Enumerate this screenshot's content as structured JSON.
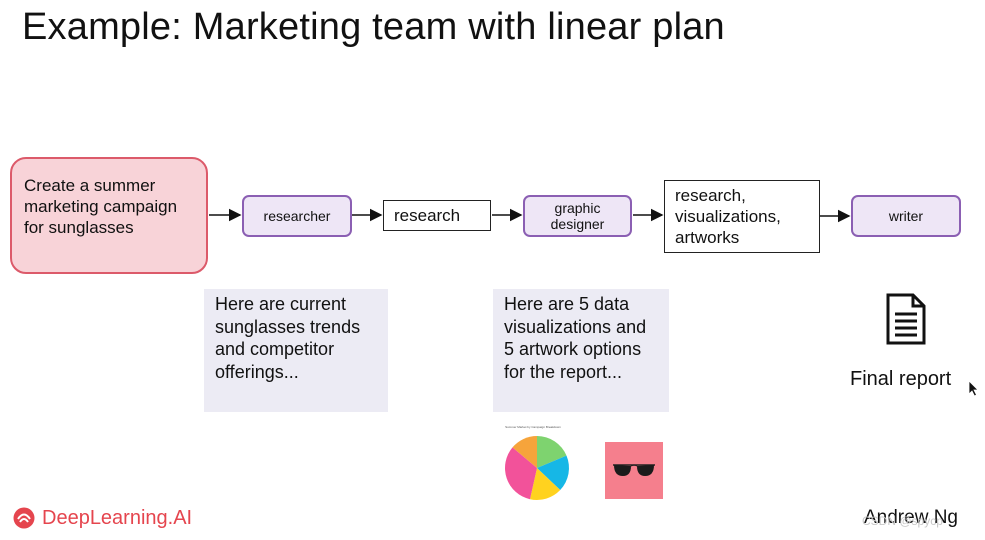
{
  "title": "Example: Marketing team with linear plan",
  "task": "Create a summer marketing campaign for sunglasses",
  "agents": {
    "researcher": "researcher",
    "graphic_designer": "graphic designer",
    "writer": "writer"
  },
  "artifacts": {
    "research": "research",
    "combined": "research, visualizations, artworks"
  },
  "notes": {
    "researcher": "Here are current sunglasses trends and competitor offerings...",
    "designer": "Here are 5 data visualizations and 5 artwork options for the report..."
  },
  "final_report": "Final report",
  "brand": "DeepLearning.AI",
  "author": "Andrew Ng",
  "watermark": "CSDN @spycp",
  "colors": {
    "task_fill": "#f8d3d8",
    "task_border": "#dc5a6a",
    "agent_fill": "#eee6f6",
    "agent_border": "#8b5fb3",
    "note_fill": "#ecebf4",
    "brand": "#e5454e",
    "artwork_bg": "#f57f8d"
  },
  "icons": {
    "document": "document-icon",
    "cursor": "cursor-icon",
    "brand_logo": "deeplearning-logo-icon",
    "sunglasses": "sunglasses-icon"
  },
  "pie_chart": {
    "title": "Summer Market by Campaign Breakdown"
  }
}
